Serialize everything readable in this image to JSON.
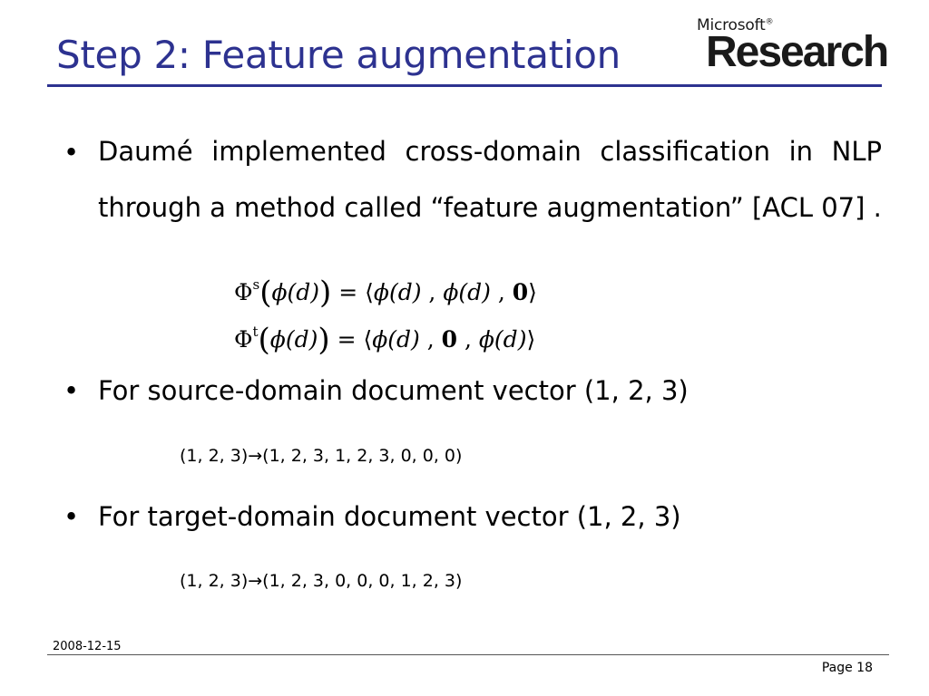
{
  "slide": {
    "title": "Step 2: Feature augmentation",
    "logo": {
      "small": "Microsoft",
      "mark": "®",
      "big": "Research"
    },
    "bullets": [
      {
        "text": "Daumé implemented cross-domain classification in NLP through a method called “feature augmentation” [ACL 07] ."
      },
      {
        "text": "For source-domain document vector (1, 2, 3)",
        "mapping": "(1, 2, 3)→(1, 2, 3, 1, 2, 3, 0, 0, 0)"
      },
      {
        "text": "For target-domain document vector (1, 2, 3)",
        "mapping": "(1, 2, 3)→(1, 2, 3, 0, 0, 0, 1, 2, 3)"
      }
    ],
    "formulas": {
      "phi_cap": "Φ",
      "sup_s": "s",
      "sup_t": "t",
      "lp": "(",
      "rp": ")",
      "phi_d": "ϕ(d)",
      "eq_open": " = ⟨",
      "comma": " , ",
      "zero": "0",
      "close": "⟩"
    },
    "footer": {
      "date": "2008-12-15",
      "page": "Page 18"
    },
    "colors": {
      "title": "#2d3290",
      "rule": "#2d3290"
    }
  }
}
